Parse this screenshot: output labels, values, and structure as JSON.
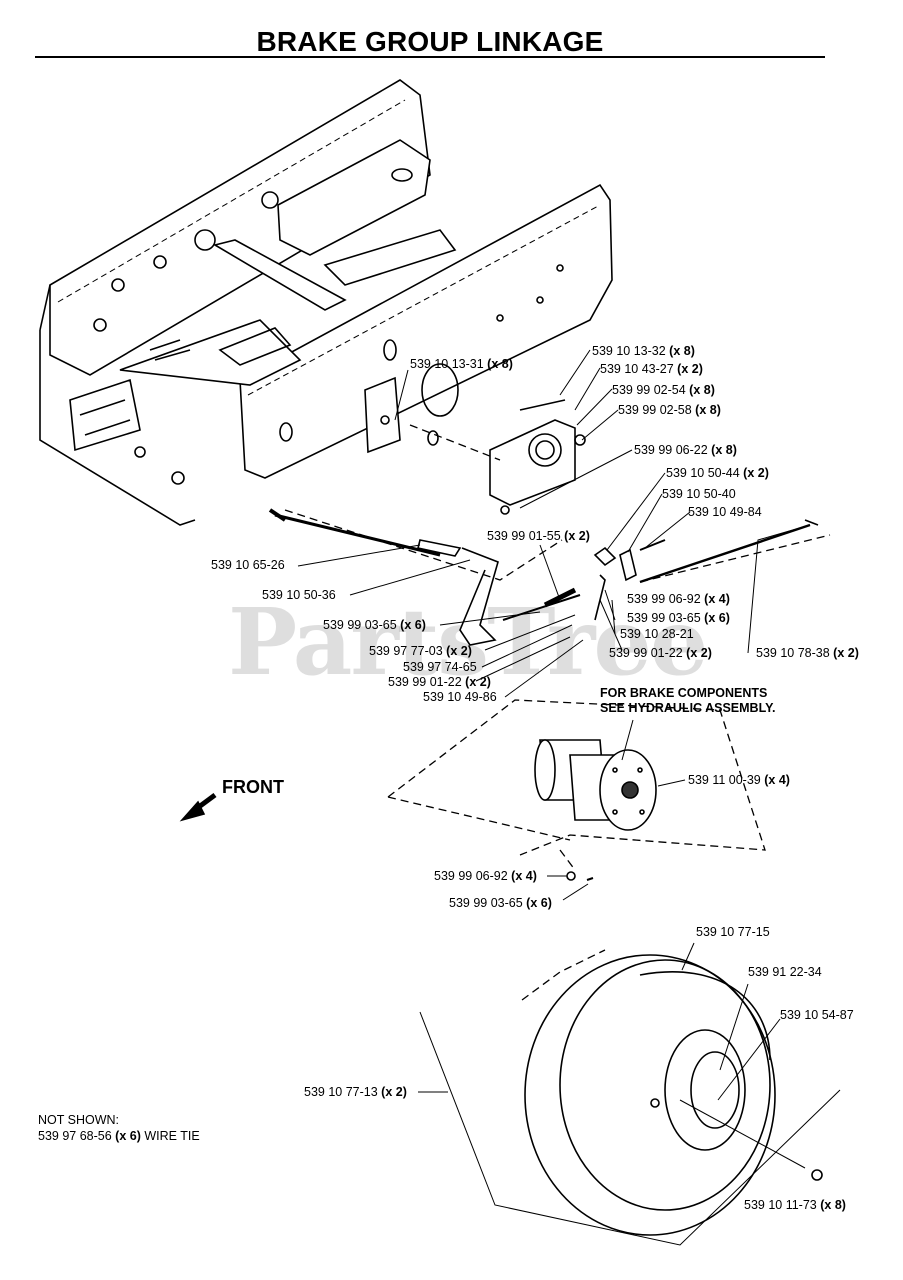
{
  "title": "BRAKE GROUP LINKAGE",
  "watermark": "PartsTree",
  "front_label": "FRONT",
  "note": {
    "line1": "FOR BRAKE COMPONENTS",
    "line2": "SEE HYDRAULIC ASSEMBLY."
  },
  "not_shown": {
    "heading": "NOT SHOWN:",
    "part": "539 97 68-56",
    "qty": "(x 6)",
    "desc": "WIRE TIE"
  },
  "labels": [
    {
      "part": "539 10 13-31",
      "qty": "(x 8)"
    },
    {
      "part": "539 10 13-32",
      "qty": "(x 8)"
    },
    {
      "part": "539 10 43-27",
      "qty": "(x 2)"
    },
    {
      "part": "539 99 02-54",
      "qty": "(x 8)"
    },
    {
      "part": "539 99 02-58",
      "qty": "(x 8)"
    },
    {
      "part": "539 99 06-22",
      "qty": "(x 8)"
    },
    {
      "part": "539 10 50-44",
      "qty": "(x 2)"
    },
    {
      "part": "539 10 50-40",
      "qty": ""
    },
    {
      "part": "539 10 49-84",
      "qty": ""
    },
    {
      "part": "539 99 01-55",
      "qty": "(x 2)"
    },
    {
      "part": "539 10 65-26",
      "qty": ""
    },
    {
      "part": "539 10 50-36",
      "qty": ""
    },
    {
      "part": "539 99 06-92",
      "qty": "(x 4)"
    },
    {
      "part": "539 99 03-65",
      "qty": "(x 6)"
    },
    {
      "part": "539 10 28-21",
      "qty": ""
    },
    {
      "part": "539 99 03-65",
      "qty": "(x 6)"
    },
    {
      "part": "539 97 77-03",
      "qty": "(x 2)"
    },
    {
      "part": "539 97 74-65",
      "qty": ""
    },
    {
      "part": "539 99 01-22",
      "qty": "(x 2)"
    },
    {
      "part": "539 10 49-86",
      "qty": ""
    },
    {
      "part": "539 99 01-22",
      "qty": "(x 2)"
    },
    {
      "part": "539 10 78-38",
      "qty": "(x 2)"
    },
    {
      "part": "539 11 00-39",
      "qty": "(x 4)"
    },
    {
      "part": "539 99 06-92",
      "qty": "(x 4)"
    },
    {
      "part": "539 99 03-65",
      "qty": "(x 6)"
    },
    {
      "part": "539 10 77-15",
      "qty": ""
    },
    {
      "part": "539 91 22-34",
      "qty": ""
    },
    {
      "part": "539 10 54-87",
      "qty": ""
    },
    {
      "part": "539 10 77-13",
      "qty": "(x 2)"
    },
    {
      "part": "539 10 11-73",
      "qty": "(x 8)"
    }
  ]
}
